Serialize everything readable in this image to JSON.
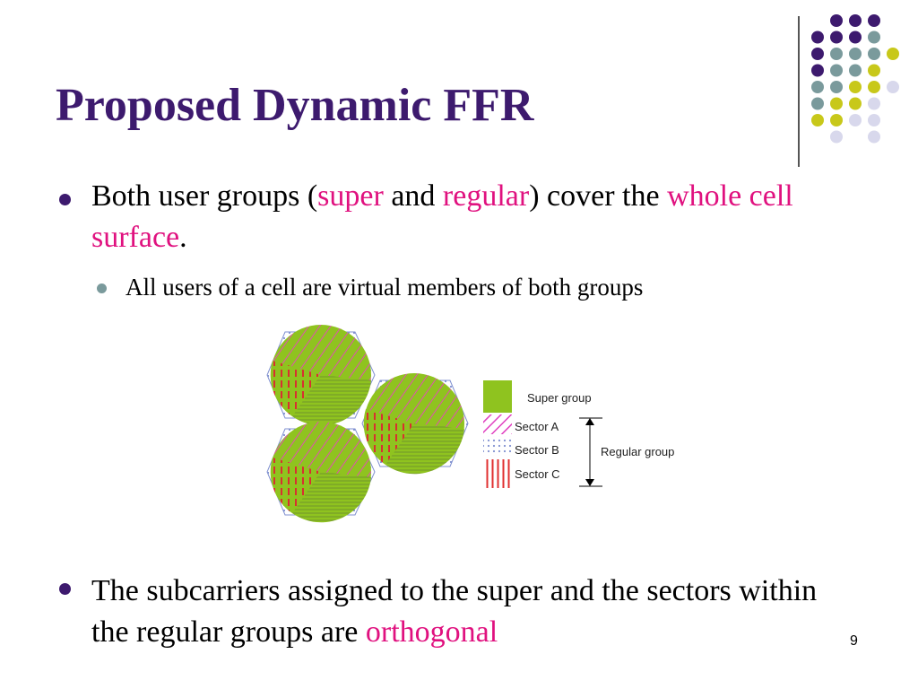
{
  "slide": {
    "title": "Proposed Dynamic FFR",
    "bullet1": {
      "t1": "Both user groups (",
      "h1": "super",
      "t2": " and ",
      "h2": "regular",
      "t3": ") cover the ",
      "h3": "whole cell surface",
      "t4": "."
    },
    "sub_bullet": "All users of a cell are virtual members of both groups",
    "bullet2": {
      "t1": "The subcarriers assigned to the super and the sectors within the regular groups are ",
      "h1": "orthogonal"
    },
    "legend": {
      "super_group": "Super group",
      "sector_a": "Sector A",
      "sector_b": "Sector B",
      "sector_c": "Sector C",
      "regular_group": "Regular group"
    },
    "page_number": "9"
  },
  "colors": {
    "title": "#3d1a6e",
    "highlight": "#e0117f",
    "dot_purple": "#3d1a6e",
    "dot_teal": "#7a9a9c",
    "dot_yellow": "#c8c81a",
    "dot_lavender": "#d8d8ec",
    "super_green": "#8fc31f",
    "sector_a": "#e040c0",
    "sector_b": "#8090d0",
    "sector_c": "#e03030"
  },
  "icons": [
    "decorative-dot-grid"
  ]
}
